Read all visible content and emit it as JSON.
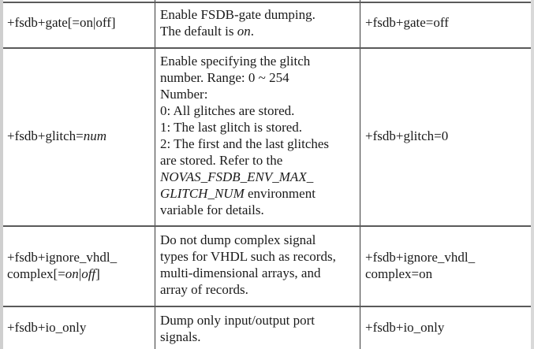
{
  "table": {
    "rows": [
      {
        "option": "+fsdb+gate[=on|off]",
        "description_lines": [
          "Enable FSDB-gate dumping.",
          "The default is on."
        ],
        "example": "+fsdb+gate=off"
      },
      {
        "option": "+fsdb+glitch=num",
        "description_lines": [
          "Enable specifying the glitch",
          "number. Range: 0 ~ 254",
          "Number:",
          "0: All glitches are stored.",
          "1: The last glitch is stored.",
          "2: The first and the last glitches",
          "are stored. Refer to the",
          "NOVAS_FSDB_ENV_MAX_",
          "GLITCH_NUM environment",
          "variable for details."
        ],
        "example": "+fsdb+glitch=0"
      },
      {
        "option_lines": [
          "+fsdb+ignore_vhdl_",
          "complex[=on|off]"
        ],
        "description_lines": [
          "Do not dump complex signal",
          "types for VHDL such as records,",
          "multi-dimensional arrays, and",
          "array of records."
        ],
        "example_lines": [
          "+fsdb+ignore_vhdl_",
          "complex=on"
        ]
      },
      {
        "option": "+fsdb+io_only",
        "description_lines": [
          "Dump only input/output port",
          "signals."
        ],
        "example": "+fsdb+io_only"
      }
    ],
    "italic_fragments": {
      "r0_on": "on",
      "r1_num": "num",
      "r1_env_a": "NOVAS_FSDB_ENV_MAX_",
      "r1_env_b": "GLITCH_NUM",
      "r2_on": "on",
      "r2_off": "off"
    },
    "plain_fragments": {
      "r0_default_prefix": "The default is ",
      "r0_period": ".",
      "r1_option_prefix": "+fsdb+glitch=",
      "r1_env_suffix": " environment",
      "r2_option_prefix": "complex[=",
      "r2_sep": "|",
      "r2_close": "]"
    }
  }
}
